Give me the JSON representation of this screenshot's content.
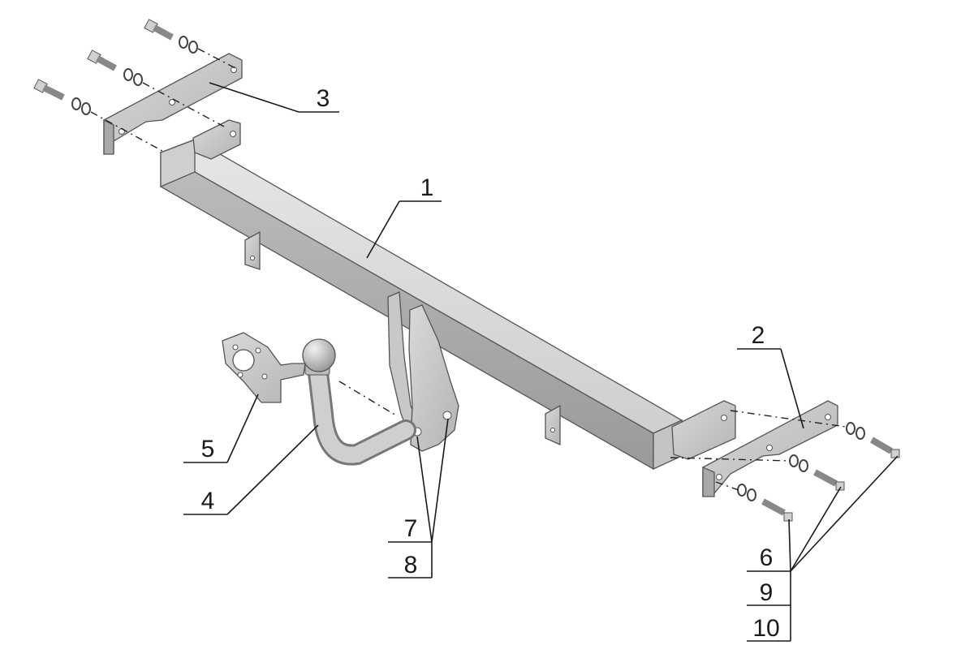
{
  "diagram": {
    "callouts": [
      {
        "id": "1",
        "text": "1"
      },
      {
        "id": "2",
        "text": "2"
      },
      {
        "id": "3",
        "text": "3"
      },
      {
        "id": "4",
        "text": "4"
      },
      {
        "id": "5",
        "text": "5"
      },
      {
        "id": "7",
        "text": "7"
      },
      {
        "id": "8",
        "text": "8"
      },
      {
        "id": "6",
        "text": "6"
      },
      {
        "id": "9",
        "text": "9"
      },
      {
        "id": "10",
        "text": "10"
      }
    ]
  }
}
